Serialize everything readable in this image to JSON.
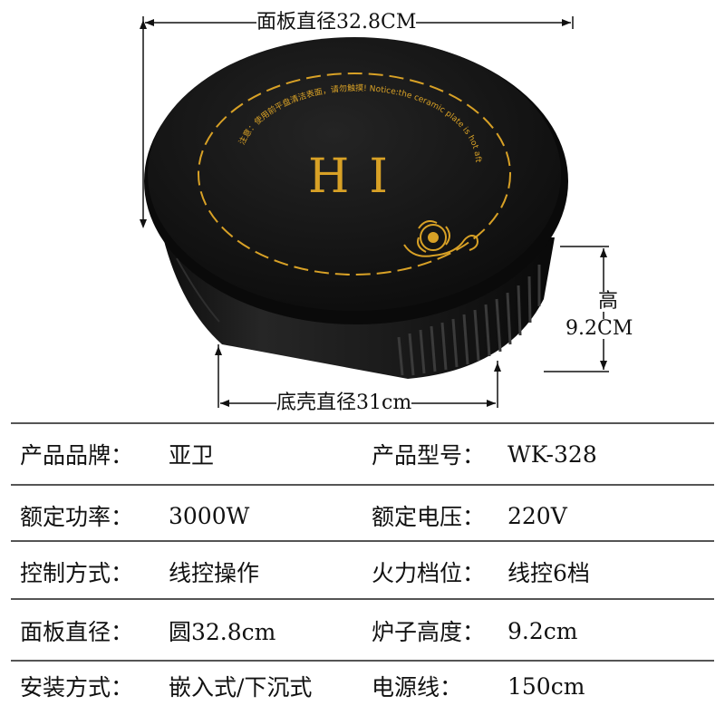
{
  "dimensions": {
    "panel_diameter": "面板直径32.8CM",
    "height_label": "高",
    "height_value": "9.2CM",
    "base_diameter": "底壳直径31cm"
  },
  "product_face": {
    "logo": "HI",
    "ring_text": "注意：使用前平盘清洁表面，请勿触摸!  Notice:the ceramic plate is hot after cooking,please don't touch with your hands"
  },
  "colors": {
    "panel": "#141414",
    "gold": "#d8a126",
    "base": "#1c1c1c"
  },
  "specs": [
    {
      "label1": "产品品牌：",
      "value1": "亚卫",
      "label2": "产品型号：",
      "value2": "WK-328"
    },
    {
      "label1": "额定功率：",
      "value1": "3000W",
      "label2": "额定电压：",
      "value2": "220V"
    },
    {
      "label1": "控制方式：",
      "value1": "线控操作",
      "label2": "火力档位：",
      "value2": "线控6档"
    },
    {
      "label1": "面板直径：",
      "value1": "圆32.8cm",
      "label2": "炉子高度：",
      "value2": "9.2cm"
    },
    {
      "label1": "安装方式：",
      "value1": "嵌入式/下沉式",
      "label2": "电源线：",
      "value2": "150cm"
    }
  ]
}
